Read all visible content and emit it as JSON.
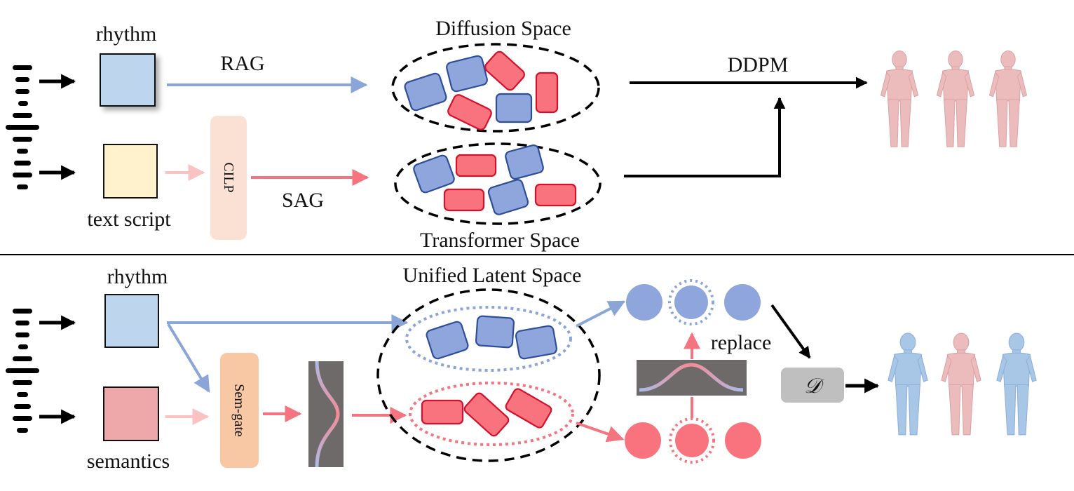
{
  "top": {
    "rhythm_label": "rhythm",
    "text_label": "text script",
    "rag_label": "RAG",
    "sag_label": "SAG",
    "clip_label": "CILP",
    "diffusion_label": "Diffusion Space",
    "transformer_label": "Transformer Space",
    "ddpm_label": "DDPM"
  },
  "bottom": {
    "rhythm_label": "rhythm",
    "semantics_label": "semantics",
    "unified_label": "Unified Latent Space",
    "semgate_label": "Sem-gate",
    "replace_label": "replace",
    "decoder_label": "𝒟"
  },
  "colors": {
    "blue_fill": "#8fa6dc",
    "blue_stroke": "#2f4e9a",
    "red_fill": "#f9737e",
    "red_stroke": "#d4102a",
    "rhythm_box": "#bdd6ee",
    "text_box": "#fff2cc",
    "semantics_box": "#eea8aa",
    "clip_box": "#fbe1d4",
    "semgate_box": "#f8c8a4",
    "gate_box": "#6f6a6a",
    "decoder_box": "#bfbfbf",
    "arrow_blue": "#8aa5d8",
    "arrow_red": "#f47480",
    "arrow_pink": "#fbc2c4",
    "human_pink": "#ecbcbd",
    "human_blue": "#a8c6e6"
  }
}
